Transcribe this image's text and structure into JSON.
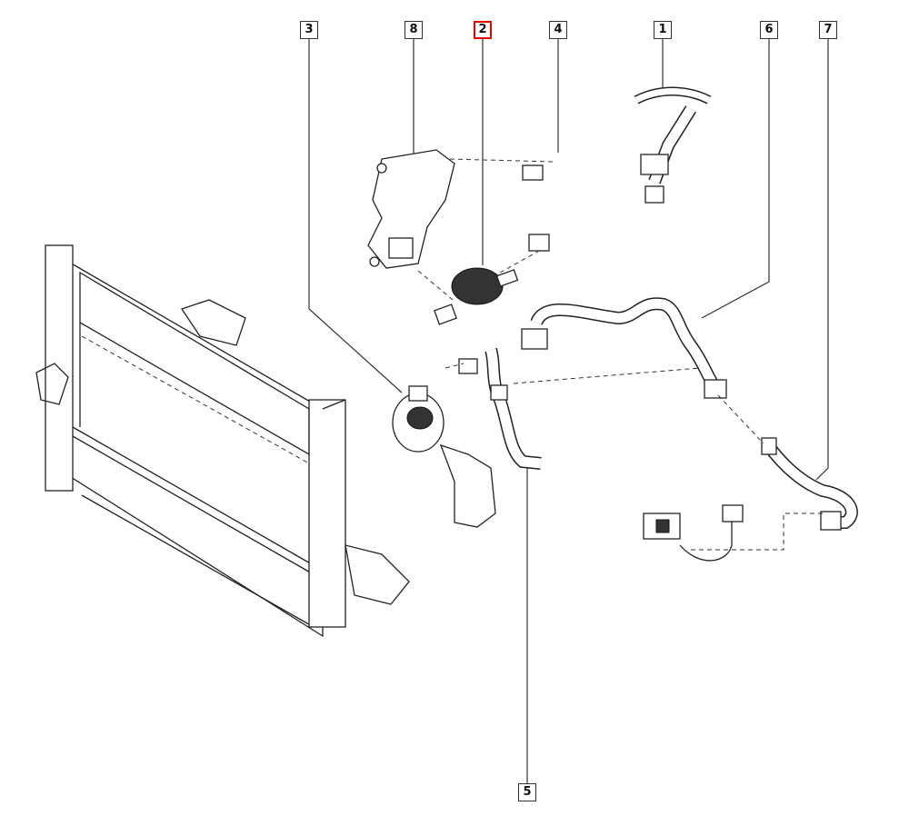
{
  "diagram": {
    "callouts": [
      {
        "label": "3",
        "part": "auxiliary-pump-with-bracket"
      },
      {
        "label": "8",
        "part": "pump-bracket"
      },
      {
        "label": "2",
        "part": "electric-water-pump",
        "selected": true
      },
      {
        "label": "4",
        "part": "upper-hose"
      },
      {
        "label": "1",
        "part": "hose-connector"
      },
      {
        "label": "6",
        "part": "long-hose"
      },
      {
        "label": "7",
        "part": "lower-hose-to-valve"
      },
      {
        "label": "5",
        "part": "pump-outlet-hose"
      }
    ],
    "highlight_color": "#e00000"
  }
}
